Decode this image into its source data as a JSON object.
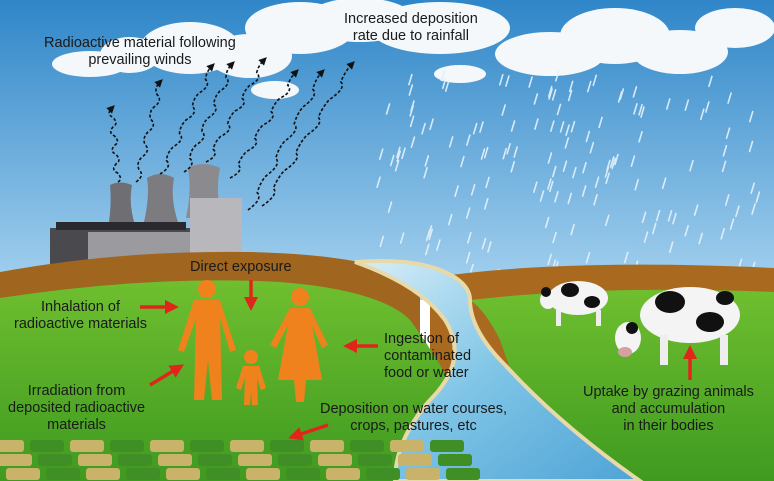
{
  "labels": {
    "winds_line1": "Radioactive material following",
    "winds_line2": "prevailing winds",
    "rain_line1": "Increased deposition",
    "rain_line2": "rate due to rainfall",
    "direct": "Direct exposure",
    "inhal_line1": "Inhalation of",
    "inhal_line2": "radioactive materials",
    "irrad_line1": "Irradiation from",
    "irrad_line2": "deposited radioactive",
    "irrad_line3": "materials",
    "ingest_line1": "Ingestion of",
    "ingest_line2": "contaminated",
    "ingest_line3": "food or water",
    "depo_line1": "Deposition on water courses,",
    "depo_line2": "crops, pastures, etc",
    "uptake_line1": "Uptake by grazing animals",
    "uptake_line2": "and accumulation",
    "uptake_line3": "in their bodies"
  },
  "colors": {
    "sky_top": "#2f86c8",
    "sky_bottom": "#a9d4f0",
    "hill": "#a0651f",
    "grass": "#66b82e",
    "river": "#7ec4e6",
    "people": "#f0821e",
    "arrow": "#e0261b"
  }
}
